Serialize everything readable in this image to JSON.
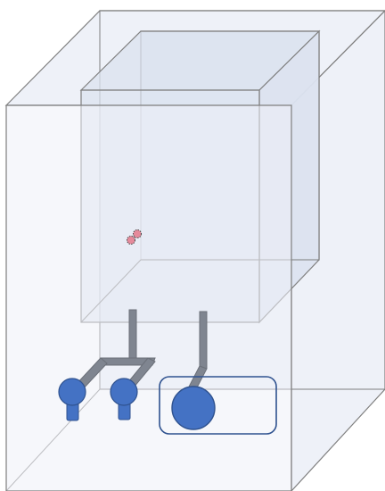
{
  "colors": {
    "outer_box_fill": "#eef1f8",
    "outer_box_stroke": "#7f7f7f",
    "inner_box_fill": "#dbe2ef",
    "inner_box_stroke": "#7f7f7f",
    "pipe_fill": "#7f8590",
    "pipe_stroke": "#6b7079",
    "node_fill": "#4472c4",
    "node_stroke": "#2f528f",
    "marker_fill": "#e58a9b",
    "marker_stroke": "#444444",
    "highlight_stroke": "#2f528f"
  },
  "diagram": {
    "components": [
      {
        "kind": "outer-box"
      },
      {
        "kind": "inner-box"
      },
      {
        "kind": "pipe-left"
      },
      {
        "kind": "pipe-right"
      },
      {
        "kind": "node-left"
      },
      {
        "kind": "node-middle"
      },
      {
        "kind": "node-large"
      },
      {
        "kind": "highlight-frame"
      },
      {
        "kind": "red-marker-pair"
      }
    ]
  }
}
